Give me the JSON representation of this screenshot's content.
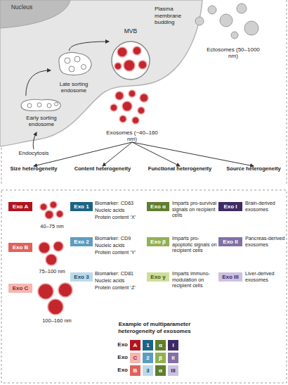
{
  "diagram": {
    "nodes": [
      {
        "text": [
          "Nucleus"
        ]
      },
      {
        "text": [
          "Early sorting endosome"
        ]
      },
      {
        "text": [
          "Late sorting endosome"
        ]
      },
      {
        "text": [
          "MVB"
        ]
      },
      {
        "text": [
          "Ectosomes (50–1000 nm)"
        ]
      },
      {
        "text": [
          "Exosomes (~40–160 nm)"
        ]
      },
      {
        "text": [
          "Size heterogeneity"
        ]
      },
      {
        "text": [
          "Content heterogeneity"
        ]
      },
      {
        "text": [
          "Functional heterogeneity"
        ]
      },
      {
        "text": [
          "Source heterogeneity"
        ]
      },
      {
        "text": [
          "Exo A"
        ]
      },
      {
        "text": [
          "Exo B"
        ]
      },
      {
        "text": [
          "Exo C"
        ]
      },
      {
        "text": [
          "Exo 1"
        ]
      },
      {
        "text": [
          "Exo 2"
        ]
      },
      {
        "text": [
          "Exo 3"
        ]
      },
      {
        "text": [
          "Exo α"
        ]
      },
      {
        "text": [
          "Exo β"
        ]
      },
      {
        "text": [
          "Exo γ"
        ]
      },
      {
        "text": [
          "Exo I"
        ]
      },
      {
        "text": [
          "Exo II"
        ]
      },
      {
        "text": [
          "Exo III"
        ]
      },
      {
        "text": [
          "A"
        ]
      },
      {
        "text": [
          "1"
        ]
      },
      {
        "text": [
          "α"
        ]
      },
      {
        "text": [
          "I"
        ]
      },
      {
        "text": [
          "C"
        ]
      },
      {
        "text": [
          "2"
        ]
      },
      {
        "text": [
          "β"
        ]
      },
      {
        "text": [
          "II"
        ]
      },
      {
        "text": [
          "B"
        ]
      },
      {
        "text": [
          "3"
        ]
      },
      {
        "text": [
          "α"
        ]
      },
      {
        "text": [
          "III"
        ]
      }
    ],
    "edges": [
      {
        "from": 1,
        "to": 2,
        "arrow": "to"
      },
      {
        "from": 2,
        "to": 3,
        "arrow": "to"
      },
      {
        "from": 5,
        "to": 6,
        "arrow": "to"
      },
      {
        "from": 5,
        "to": 7,
        "arrow": "to"
      },
      {
        "from": 5,
        "to": 8,
        "arrow": "to"
      },
      {
        "from": 5,
        "to": 9,
        "arrow": "to"
      }
    ],
    "labels": [
      "Plasma membrane budding",
      "Endocytosis",
      "40–75 nm",
      "75–100 nm",
      "100–160 nm",
      "Biomarker: CD63",
      "Nucleic acids",
      "Protein content ‘X’",
      "Biomarker: CD9",
      "Nucleic acids",
      "Protein content ‘Y’",
      "Biomarker: CD81",
      "Nucleic acids",
      "Protein content ‘Z’",
      "Imparts pro-survival signals on recipient cells",
      "Imparts pro-apoptotic signals on recipient cells",
      "Imparts immuno-modulation on recipient cells",
      "Brain-derived exosomes",
      "Pancreas-derived exosomes",
      "Liver-derived exosomes",
      "Example of multiparameter heterogeneity of exosomes",
      "Exo",
      "Exo",
      "Exo"
    ]
  }
}
